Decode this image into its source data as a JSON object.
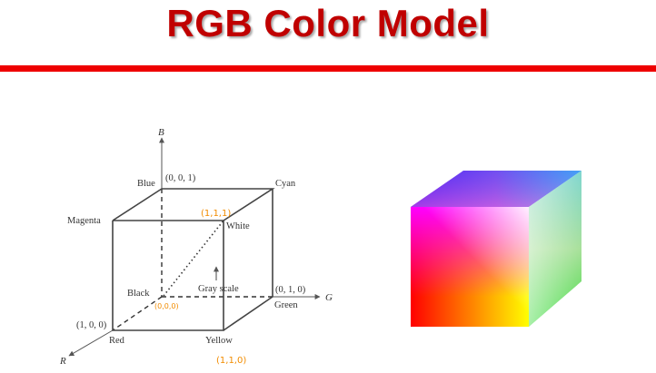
{
  "slide": {
    "title": "RGB Color Model"
  },
  "diagram": {
    "axes": {
      "b": "B",
      "g": "G",
      "r": "R"
    },
    "vertices": {
      "blue_name": "Blue",
      "blue_coord": "(0, 0, 1)",
      "cyan_name": "Cyan",
      "magenta_name": "Magenta",
      "white_name": "White",
      "black_name": "Black",
      "green_name": "Green",
      "green_coord": "(0, 1, 0)",
      "red_name": "Red",
      "red_coord": "(1, 0, 0)",
      "yellow_name": "Yellow"
    },
    "gray_scale_label": "Gray scale",
    "handwritten": {
      "white": "(1,1,1)",
      "black": "(0,0,0)",
      "yellow": "(1,1,0)"
    }
  },
  "colors": {
    "title": "#c00000",
    "rule": "#ee0000",
    "annotation": "#f28c00"
  }
}
